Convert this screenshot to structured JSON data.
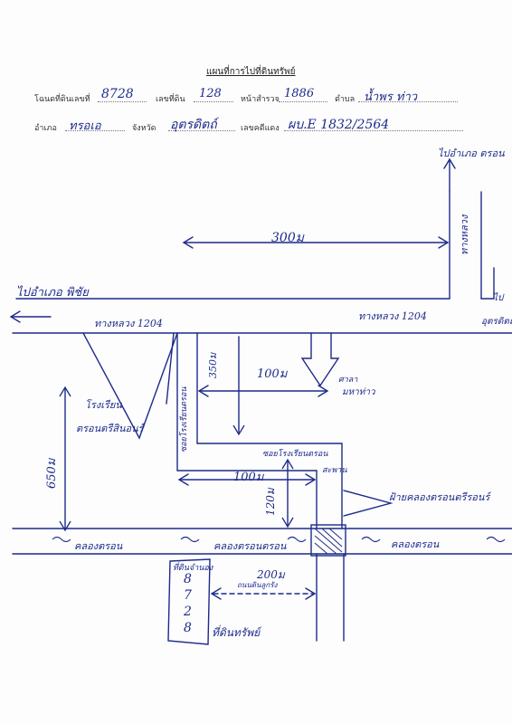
{
  "header": {
    "title": "แผนที่การไปที่ดินทรัพย์",
    "deed_label": "โฉนดที่ดินเลขที่",
    "deed_number": "8728",
    "land_no_label": "เลขที่ดิน",
    "land_no": "128",
    "survey_page_label": "หน้าสำรวจ",
    "survey_page": "1886",
    "subdistrict_label": "ตำบล",
    "subdistrict": "น้ำพร ท่าว",
    "district_label": "อำเภอ",
    "district": "ทรอเอ",
    "province_label": "จังหวัด",
    "province": "อุตรดิตถ์",
    "case_label": "เลขคดีแดง",
    "case_no": "ผบ.E 1832/2564"
  },
  "map": {
    "to_district_top": "ไปอำเภอ ตรอน",
    "road_right_vertical": "ทางหลวง",
    "to_phichai": "ไปอำเภอ พิชัย",
    "dist_300": "300ม",
    "highway_left": "ทางหลวง 1204",
    "highway_right": "ทางหลวง 1204",
    "far_right_top": "ไป",
    "far_right_bottom": "อุตรดิตถ์",
    "school_label": "โรงเรียน",
    "school_name": "ตรอนตรีสินอนร์",
    "soi_school_left": "ซอยโรงเรียนตรอน",
    "dist_350": "350ม",
    "dist_100_top": "100ม",
    "temple_label": "ศาลา",
    "temple_name": "มหาท่าว",
    "dist_650": "650ม",
    "soi_school_mid": "ซอยโรงเรียนตรอน",
    "bridge_label": "สะพาน",
    "dist_100_mid": "100ม",
    "dist_120": "120ม",
    "canal_bridge": "ฝ้ายคลองตรอนตรีรอนร์",
    "canal_left": "คลองตรอน",
    "canal_mid": "คลองตรอนตรอน",
    "canal_right": "คลองตรอน",
    "plot_label": "ที่ดินจำนอง",
    "plot_digits": [
      "8",
      "7",
      "2",
      "8"
    ],
    "dist_200": "200ม",
    "dist_200_note": "ถนนดินลูกรัง",
    "property_label": "ที่ดินทรัพย์"
  }
}
